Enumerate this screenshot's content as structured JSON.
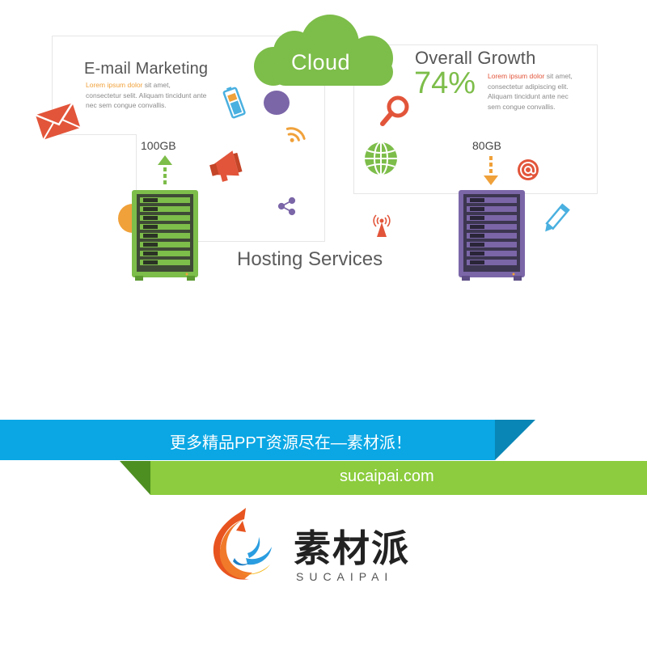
{
  "email": {
    "title": "E-mail Marketing",
    "lorem_highlight": "Lorem ipsum dolor",
    "lorem_line1_rest": " sit amet,",
    "lorem_line2": "consectetur selit. Aliquam tincidunt ante",
    "lorem_line3": "nec sem congue convallis."
  },
  "cloud": {
    "label": "Cloud"
  },
  "growth": {
    "title": "Overall Growth",
    "percent": "74%",
    "lorem_highlight": "Lorem ipsum dolor",
    "lorem_line1_rest": " sit amet,",
    "lorem_line2": "consectetur adipiscing elit.",
    "lorem_line3": "Aliquam tincidunt ante nec",
    "lorem_line4": "sem congue convallis."
  },
  "servers": {
    "left_capacity": "100GB",
    "right_capacity": "80GB"
  },
  "hosting": {
    "title": "Hosting Services"
  },
  "banner": {
    "promo_text": "更多精品PPT资源尽在—素材派！",
    "url": "sucaipai.com"
  },
  "logo": {
    "name_cn": "素材派",
    "name_en": "SUCAIPAI"
  },
  "colors": {
    "green": "#7dbd4a",
    "purple": "#7b66a8",
    "orange": "#e2553a",
    "yellow": "#f0a13a",
    "blue_band": "#0aa7e4",
    "green_band": "#8ccc3e"
  }
}
